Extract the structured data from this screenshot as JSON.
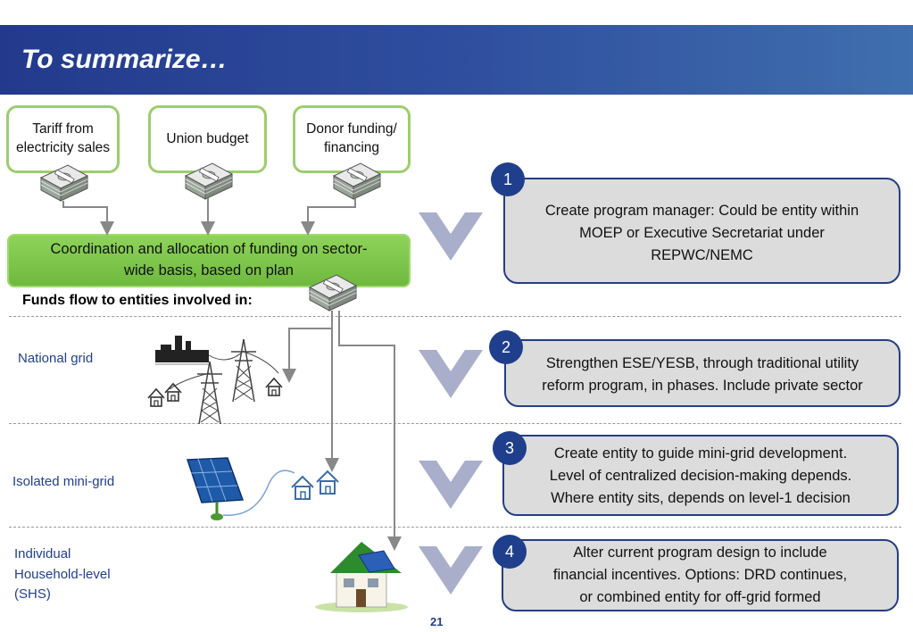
{
  "header": {
    "title": "To summarize…"
  },
  "sources": [
    {
      "line1": "Tariff from",
      "line2": "electricity sales"
    },
    {
      "line1": "Union budget",
      "line2": ""
    },
    {
      "line1": "Donor funding/",
      "line2": "financing"
    }
  ],
  "coordination": {
    "line1": "Coordination and allocation of  funding on sector-",
    "line2": "wide basis, based on plan"
  },
  "funds_flow": "Funds flow to entities involved in:",
  "rows": [
    {
      "label": "National grid"
    },
    {
      "label": "Isolated mini-grid"
    },
    {
      "label_lines": [
        "Individual",
        "Household-level",
        "(SHS)"
      ]
    }
  ],
  "steps": [
    {
      "number": "1",
      "lines": [
        "Create program manager: Could be entity within",
        "MOEP or Executive Secretariat under",
        "REPWC/NEMC"
      ]
    },
    {
      "number": "2",
      "lines": [
        "Strengthen ESE/YESB, through traditional utility",
        "reform program, in phases. Include private sector"
      ]
    },
    {
      "number": "3",
      "lines": [
        "Create entity to guide mini-grid development.",
        "Level of centralized decision-making depends.",
        "Where entity sits, depends on level-1 decision"
      ]
    },
    {
      "number": "4",
      "lines": [
        "Alter current program design to include",
        "financial incentives. Options:  DRD continues,",
        "or combined entity for off-grid formed"
      ]
    }
  ],
  "page_number": "21",
  "colors": {
    "header": "#2f4e9e",
    "green": "#7dc24a",
    "navy": "#1f3e8c",
    "chevron": "#a9aecb",
    "step_fill": "#dcdcdc"
  }
}
